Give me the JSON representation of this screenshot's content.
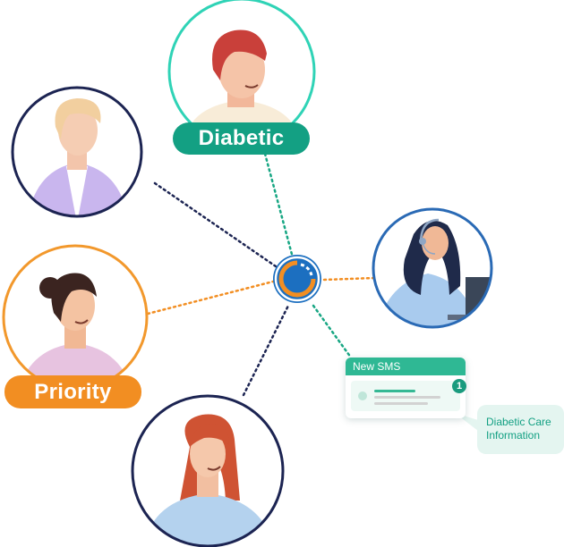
{
  "tags": {
    "diabetic": "Diabetic",
    "priority": "Priority"
  },
  "sms": {
    "header": "New SMS",
    "badge_count": "1"
  },
  "info_bubble": {
    "line1": "Diabetic Care",
    "line2": "Information"
  },
  "colors": {
    "teal": "#2fd3b6",
    "navy": "#1c2452",
    "orange": "#f28e22",
    "blue": "#2a6ab5",
    "green_badge": "#13a083"
  },
  "icons": [
    "hub-logo-icon",
    "headset-icon"
  ]
}
